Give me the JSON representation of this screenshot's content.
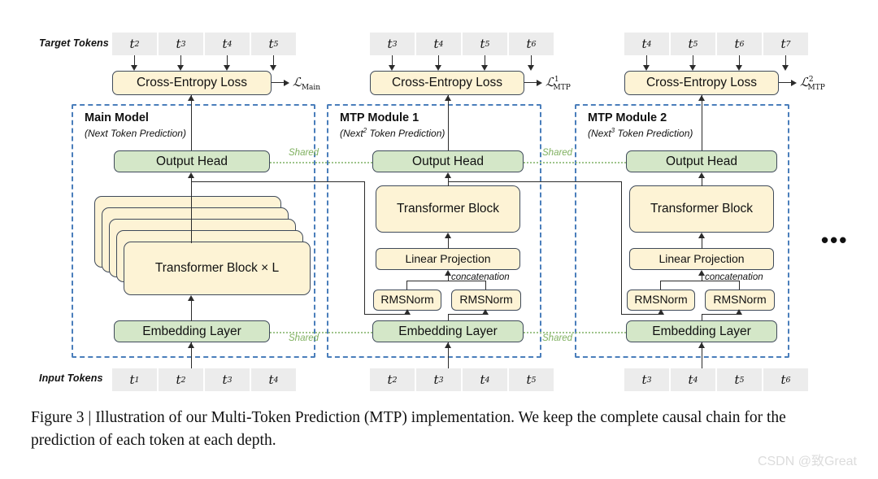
{
  "figure": {
    "row_labels": {
      "target": "Target Tokens",
      "input": "Input Tokens"
    },
    "shared_label": "Shared",
    "concat_label": "concatenation",
    "ellipsis": "•••",
    "caption": "Figure 3 | Illustration of our Multi-Token Prediction (MTP) implementation.  We keep the complete causal chain for the prediction of each token at each depth.",
    "watermark": "CSDN @致Great",
    "colors": {
      "box_cream": "#fdf3d5",
      "box_green": "#d4e7c8",
      "box_border": "#3f4a5a",
      "module_dashed": "#4a7ebb",
      "shared_green": "#7fb05f",
      "token_bg": "#ececec",
      "line": "#2b2b2b"
    },
    "modules": [
      {
        "id": "main",
        "title": "Main Model",
        "subtitle_pre": "(Next",
        "subtitle_sup": "",
        "subtitle_post": " Token Prediction)",
        "loss_box": "Cross-Entropy Loss",
        "loss_symbol_sup": "",
        "loss_symbol_sub": "Main",
        "output_head": "Output Head",
        "trunk": "Transformer Block × L",
        "embedding": "Embedding Layer",
        "target_tokens": [
          "t2",
          "t3",
          "t4",
          "t5"
        ],
        "input_tokens": [
          "t1",
          "t2",
          "t3",
          "t4"
        ]
      },
      {
        "id": "mtp1",
        "title": "MTP Module 1",
        "subtitle_pre": "(Next",
        "subtitle_sup": "2",
        "subtitle_post": " Token Prediction)",
        "loss_box": "Cross-Entropy Loss",
        "loss_symbol_sup": "1",
        "loss_symbol_sub": "MTP",
        "output_head": "Output Head",
        "trunk": "Transformer Block",
        "linear": "Linear Projection",
        "norm_left": "RMSNorm",
        "norm_right": "RMSNorm",
        "embedding": "Embedding Layer",
        "target_tokens": [
          "t3",
          "t4",
          "t5",
          "t6"
        ],
        "input_tokens": [
          "t2",
          "t3",
          "t4",
          "t5"
        ]
      },
      {
        "id": "mtp2",
        "title": "MTP Module 2",
        "subtitle_pre": "(Next",
        "subtitle_sup": "3",
        "subtitle_post": " Token Prediction)",
        "loss_box": "Cross-Entropy Loss",
        "loss_symbol_sup": "2",
        "loss_symbol_sub": "MTP",
        "output_head": "Output Head",
        "trunk": "Transformer Block",
        "linear": "Linear Projection",
        "norm_left": "RMSNorm",
        "norm_right": "RMSNorm",
        "embedding": "Embedding Layer",
        "target_tokens": [
          "t4",
          "t5",
          "t6",
          "t7"
        ],
        "input_tokens": [
          "t3",
          "t4",
          "t5",
          "t6"
        ]
      }
    ]
  }
}
